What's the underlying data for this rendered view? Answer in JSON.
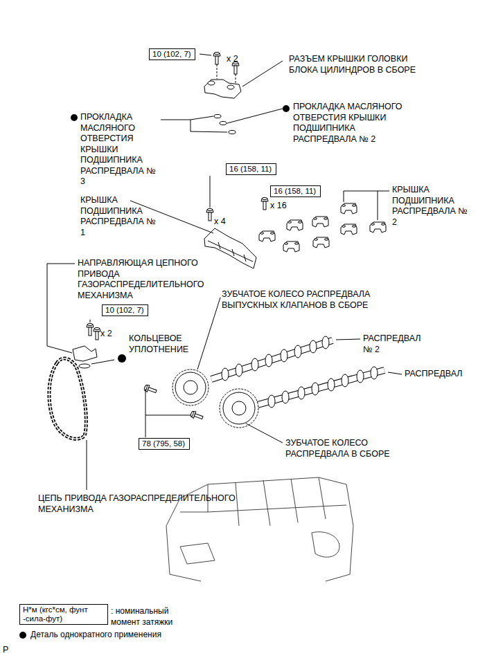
{
  "diagram": {
    "nodes": [
      {
        "text": [
          "10 (102, 7)"
        ]
      },
      {
        "text": [
          "16 (158, 11)"
        ]
      },
      {
        "text": [
          "16 (158, 11)"
        ]
      },
      {
        "text": [
          "10 (102, 7)"
        ]
      },
      {
        "text": [
          "78 (795, 58)"
        ]
      },
      {
        "text": [
          "Н*м (кгс*см, фунт -сила-фут)"
        ]
      }
    ],
    "labels": [
      "x 2",
      "РАЗЪЕМ КРЫШКИ ГОЛОВКИ БЛОКА ЦИЛИНДРОВ В СБОРЕ",
      "ПРОКЛАДКА МАСЛЯНОГО ОТВЕРСТИЯ КРЫШКИ ПОДШИПНИКА РАСПРЕДВАЛА № 3",
      "ПРОКЛАДКА МАСЛЯНОГО ОТВЕРСТИЯ КРЫШКИ ПОДШИПНИКА РАСПРЕДВАЛА № 2",
      "x 4",
      "КРЫШКА ПОДШИПНИКА РАСПРЕДВАЛА № 1",
      "x 16",
      "КРЫШКА ПОДШИПНИКА РАСПРЕДВАЛА № 2",
      "НАПРАВЛЯЮЩАЯ ЦЕПНОГО ПРИВОДА ГАЗОРАСПРЕДЕЛИТЕЛЬНОГО МЕХАНИЗМА",
      "x 2",
      "КОЛЬЦЕВОЕ УПЛОТНЕНИЕ",
      "ЗУБЧАТОЕ КОЛЕСО РАСПРЕДВАЛА ВЫПУСКНЫХ КЛАПАНОВ В СБОРЕ",
      "РАСПРЕДВАЛ № 2",
      "РАСПРЕДВАЛ",
      "ЗУБЧАТОЕ КОЛЕСО РАСПРЕДВАЛА В СБОРЕ",
      "ЦЕПЬ ПРИВОДА ГАЗОРАСПРЕДЕЛИТЕЛЬНОГО МЕХАНИЗМА",
      "P"
    ],
    "legend": [
      {
        "text": ": номинальный момент затяжки"
      },
      {
        "text": "Деталь однократного применения"
      }
    ]
  }
}
